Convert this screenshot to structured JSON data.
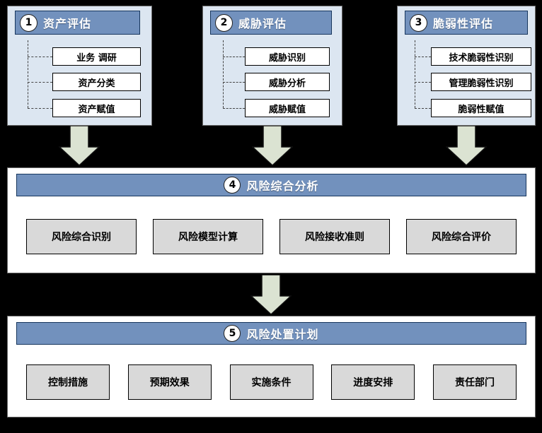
{
  "panels": [
    {
      "number": "1",
      "title": "资产评估",
      "items": [
        {
          "label": "业务 调研"
        },
        {
          "label": "资产分类"
        },
        {
          "label": "资产赋值"
        }
      ]
    },
    {
      "number": "2",
      "title": "威胁评估",
      "items": [
        {
          "label": "威胁识别"
        },
        {
          "label": "威胁分析"
        },
        {
          "label": "威胁赋值"
        }
      ]
    },
    {
      "number": "3",
      "title": "脆弱性评估",
      "items": [
        {
          "label": "技术脆弱性识别"
        },
        {
          "label": "管理脆弱性识别"
        },
        {
          "label": "脆弱性赋值"
        }
      ]
    }
  ],
  "analysis": {
    "number": "4",
    "title": "风险综合分析",
    "items": [
      {
        "label": "风险综合识别"
      },
      {
        "label": "风险模型计算"
      },
      {
        "label": "风险接收准则"
      },
      {
        "label": "风险综合评价"
      }
    ]
  },
  "treatment": {
    "number": "5",
    "title": "风险处置计划",
    "items": [
      {
        "label": "控制措施"
      },
      {
        "label": "预期效果"
      },
      {
        "label": "实施条件"
      },
      {
        "label": "进度安排"
      },
      {
        "label": "责任部门"
      }
    ]
  },
  "colors": {
    "page_background": "#000000",
    "top_panel_background": "#dce6f1",
    "lower_panel_background": "#ffffff",
    "header_blue": "#7291bd",
    "gray_box": "#d9d9d9",
    "arrow_fill": "#dbe3d2"
  }
}
